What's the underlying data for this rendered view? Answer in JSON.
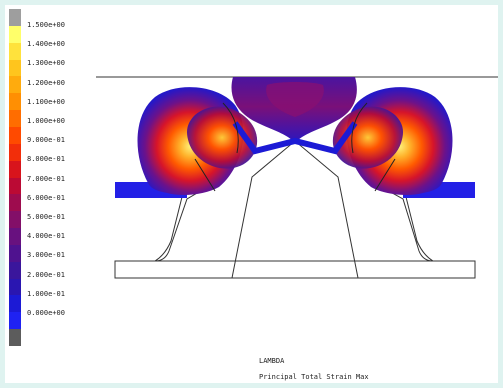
{
  "legend": {
    "colors": [
      "#9e9e9e",
      "#ffff6a",
      "#ffe23c",
      "#ffc51d",
      "#ffab0d",
      "#ff8f03",
      "#ff6d00",
      "#ff4a00",
      "#f22e0a",
      "#d8141c",
      "#bb0a34",
      "#9e0c4e",
      "#830f68",
      "#68117f",
      "#4f128f",
      "#3a169c",
      "#2a16b1",
      "#1c1ad5",
      "#1f22f2",
      "#5c5c5c"
    ],
    "ticks": [
      "1.500e+00",
      "1.400e+00",
      "1.300e+00",
      "1.200e+00",
      "1.100e+00",
      "1.000e+00",
      "9.000e-01",
      "8.000e-01",
      "7.000e-01",
      "6.000e-01",
      "5.000e-01",
      "4.000e-01",
      "3.000e-01",
      "2.000e-01",
      "1.000e-01",
      "0.000e+00"
    ]
  },
  "caption": {
    "line1": "LAMBDA",
    "line2": "Principal Total Strain Max"
  }
}
